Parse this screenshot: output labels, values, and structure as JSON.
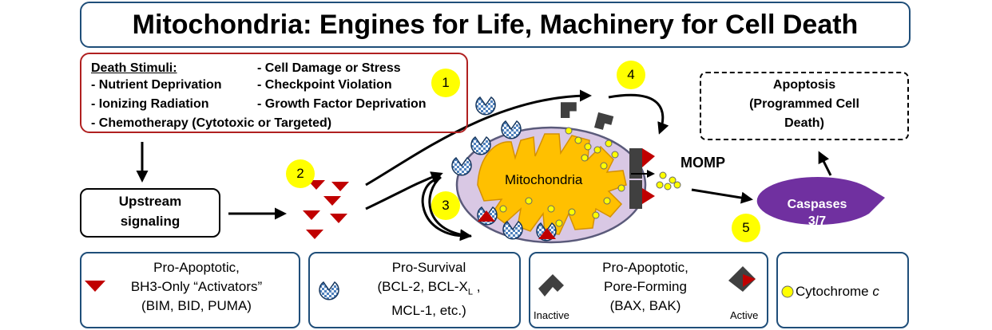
{
  "title": "Mitochondria: Engines for Life, Machinery for Cell Death",
  "death_stimuli": {
    "heading": "Death Stimuli:",
    "left": [
      "- Nutrient Deprivation",
      "- Ionizing Radiation",
      "- Chemotherapy (Cytotoxic or Targeted)"
    ],
    "right": [
      "- Cell Damage or Stress",
      "- Checkpoint Violation",
      "- Growth Factor Deprivation"
    ]
  },
  "upstream": {
    "line1": "Upstream",
    "line2": "signaling"
  },
  "steps": [
    "1",
    "2",
    "3",
    "4",
    "5"
  ],
  "mitochondria_label": "Mitochondria",
  "momp_label": "MOMP",
  "caspases": {
    "line1": "Caspases",
    "line2": "3/7"
  },
  "apoptosis": {
    "line1": "Apoptosis",
    "line2": "(Programmed Cell",
    "line3": "Death)"
  },
  "legend": {
    "bh3": {
      "line1": "Pro-Apoptotic,",
      "line2": "BH3-Only “Activators”",
      "line3": "(BIM, BID, PUMA)"
    },
    "prosurvival": {
      "line1": "Pro-Survival",
      "line2_pre": "(BCL-2, BCL-X",
      "line2_sub": "L",
      "line2_post": " ,",
      "line3": "MCL-1, etc.)"
    },
    "pore": {
      "line1": "Pro-Apoptotic,",
      "line2": "Pore-Forming",
      "line3": "(BAX, BAK)",
      "inactive": "Inactive",
      "active": "Active"
    },
    "cytochrome": {
      "label": "Cytochrome ",
      "italic": "c"
    }
  },
  "colors": {
    "title_border": "#1f4e79",
    "stimuli_border": "#b02020",
    "bh3_red": "#c00000",
    "step_yellow": "#ffff00",
    "mito_outer": "#d9c8e4",
    "mito_inner": "#ffc000",
    "caspase_purple": "#7030a0",
    "baxbak_gray": "#404040",
    "pro_survival_blue": "#4f81bd"
  }
}
